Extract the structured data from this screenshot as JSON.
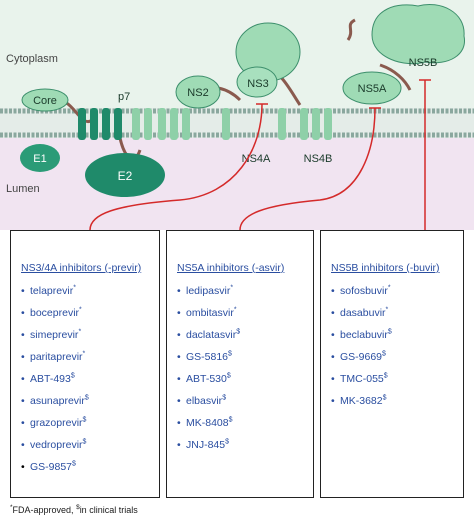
{
  "diagram": {
    "labels": {
      "cytoplasm": "Cytoplasm",
      "lumen": "Lumen",
      "core": "Core",
      "e1": "E1",
      "e2": "E2",
      "p7": "p7",
      "ns2": "NS2",
      "ns3": "NS3",
      "ns4a": "NS4A",
      "ns4b": "NS4B",
      "ns5a": "NS5A",
      "ns5b": "NS5B"
    },
    "colors": {
      "cytoplasm_bg": "#e9f3ec",
      "lumen_bg": "#efe2ef",
      "membrane_head": "#8aa79e",
      "protein_fill": "#9fdbb5",
      "protein_dark": "#1f8a6a",
      "inhibition_line": "#d42a2a",
      "loop": "#8a5a4e",
      "text_blue": "#2a4ea0"
    }
  },
  "boxes": [
    {
      "title": "NS3/4A inhibitors (-previr)",
      "drugs": [
        {
          "name": "telaprevir",
          "mark": "*",
          "bullet_color": "blue"
        },
        {
          "name": "boceprevir",
          "mark": "*",
          "bullet_color": "blue"
        },
        {
          "name": "simeprevir",
          "mark": "*",
          "bullet_color": "blue"
        },
        {
          "name": "paritaprevir",
          "mark": "*",
          "bullet_color": "blue"
        },
        {
          "name": "ABT-493",
          "mark": "$",
          "bullet_color": "blue"
        },
        {
          "name": "asunaprevir",
          "mark": "$",
          "bullet_color": "blue"
        },
        {
          "name": "grazoprevir",
          "mark": "$",
          "bullet_color": "blue"
        },
        {
          "name": "vedroprevir",
          "mark": "$",
          "bullet_color": "blue"
        },
        {
          "name": "GS-9857",
          "mark": "$",
          "bullet_color": "black"
        }
      ]
    },
    {
      "title": "NS5A inhibitors (-asvir)",
      "drugs": [
        {
          "name": "ledipasvir",
          "mark": "*",
          "bullet_color": "blue"
        },
        {
          "name": "ombitasvir",
          "mark": "*",
          "bullet_color": "blue"
        },
        {
          "name": "daclatasvir",
          "mark": "$",
          "bullet_color": "blue"
        },
        {
          "name": "GS-5816",
          "mark": "$",
          "bullet_color": "blue"
        },
        {
          "name": "ABT-530",
          "mark": "$",
          "bullet_color": "blue"
        },
        {
          "name": "elbasvir",
          "mark": "$",
          "bullet_color": "blue"
        },
        {
          "name": "MK-8408",
          "mark": "$",
          "bullet_color": "blue"
        },
        {
          "name": "JNJ-845",
          "mark": "$",
          "bullet_color": "blue"
        }
      ]
    },
    {
      "title": "NS5B inhibitors (-buvir)",
      "drugs": [
        {
          "name": "sofosbuvir",
          "mark": "*",
          "bullet_color": "blue"
        },
        {
          "name": "dasabuvir",
          "mark": "*",
          "bullet_color": "blue"
        },
        {
          "name": "beclabuvir",
          "mark": "$",
          "bullet_color": "blue"
        },
        {
          "name": "GS-9669",
          "mark": "$",
          "bullet_color": "blue"
        },
        {
          "name": "TMC-055",
          "mark": "$",
          "bullet_color": "blue"
        },
        {
          "name": "MK-3682",
          "mark": "$",
          "bullet_color": "blue"
        }
      ]
    }
  ],
  "footnote": {
    "star": "*",
    "approved": "FDA-approved, ",
    "dollar": "$",
    "trials": "in clinical trials"
  }
}
